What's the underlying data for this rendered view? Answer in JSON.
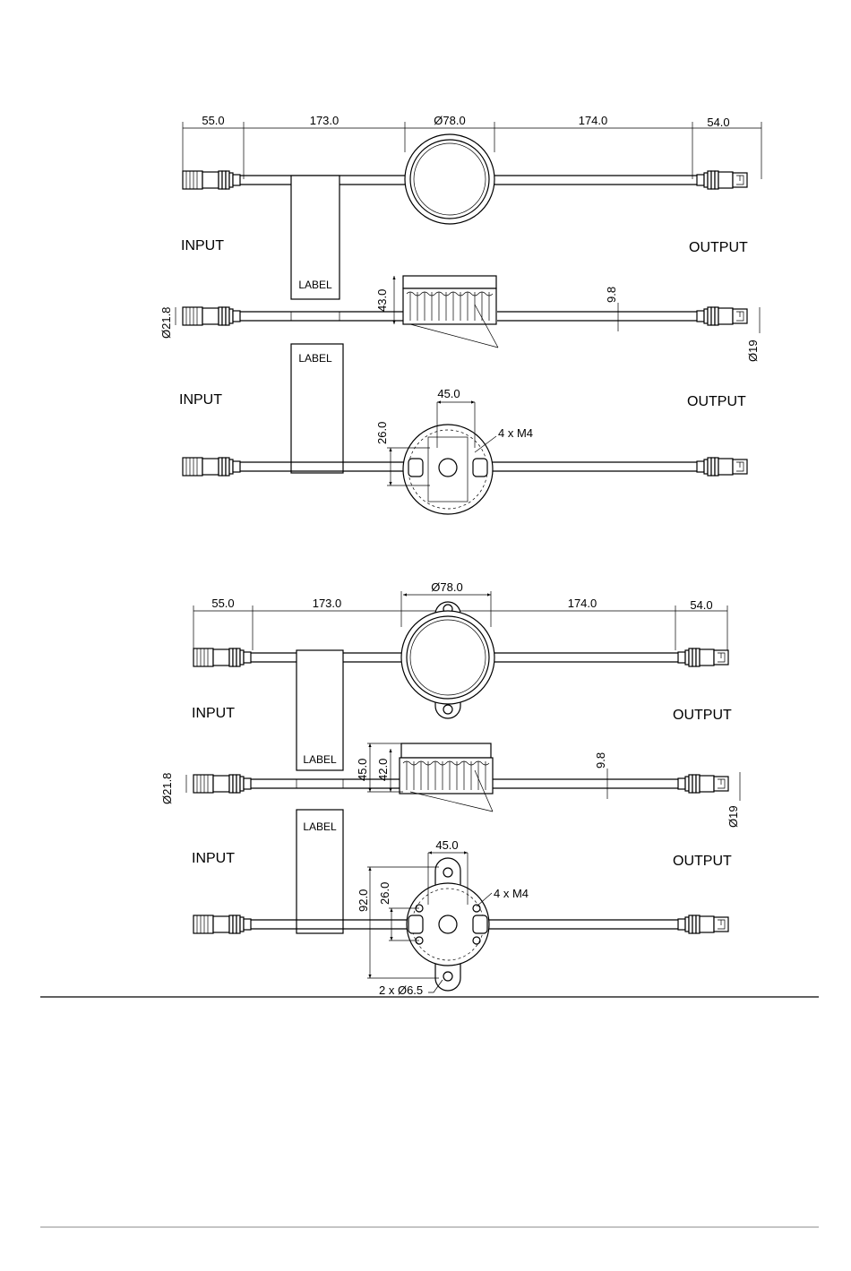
{
  "drawing_a": {
    "top": {
      "dim_left": "55.0",
      "dim_mid_left": "173.0",
      "dim_diameter": "Ø78.0",
      "dim_mid_right": "174.0",
      "dim_right": "54.0",
      "input_label": "INPUT",
      "output_label": "OUTPUT",
      "tag_label": "LABEL"
    },
    "side": {
      "dim_connector_left": "Ø21.8",
      "dim_height": "43.0",
      "dim_cable": "9.8",
      "dim_connector_right": "Ø19",
      "tag_label": "LABEL"
    },
    "bottom": {
      "dim_width": "45.0",
      "dim_height": "26.0",
      "screws": "4 x M4",
      "input_label": "INPUT",
      "output_label": "OUTPUT"
    }
  },
  "drawing_b": {
    "top": {
      "dim_diameter": "Ø78.0",
      "dim_left": "55.0",
      "dim_mid_left": "173.0",
      "dim_mid_right": "174.0",
      "dim_right": "54.0",
      "input_label": "INPUT",
      "output_label": "OUTPUT"
    },
    "side": {
      "tag_label": "LABEL",
      "dim_height_outer": "45.0",
      "dim_height_inner": "42.0",
      "dim_cable": "9.8",
      "dim_connector_left": "Ø21.8",
      "dim_connector_right": "Ø19"
    },
    "bottom": {
      "tag_label": "LABEL",
      "input_label": "INPUT",
      "output_label": "OUTPUT",
      "dim_width": "45.0",
      "dim_height_outer": "92.0",
      "dim_height_inner": "26.0",
      "screws": "4 x M4",
      "holes": "2 x Ø6.5"
    }
  }
}
